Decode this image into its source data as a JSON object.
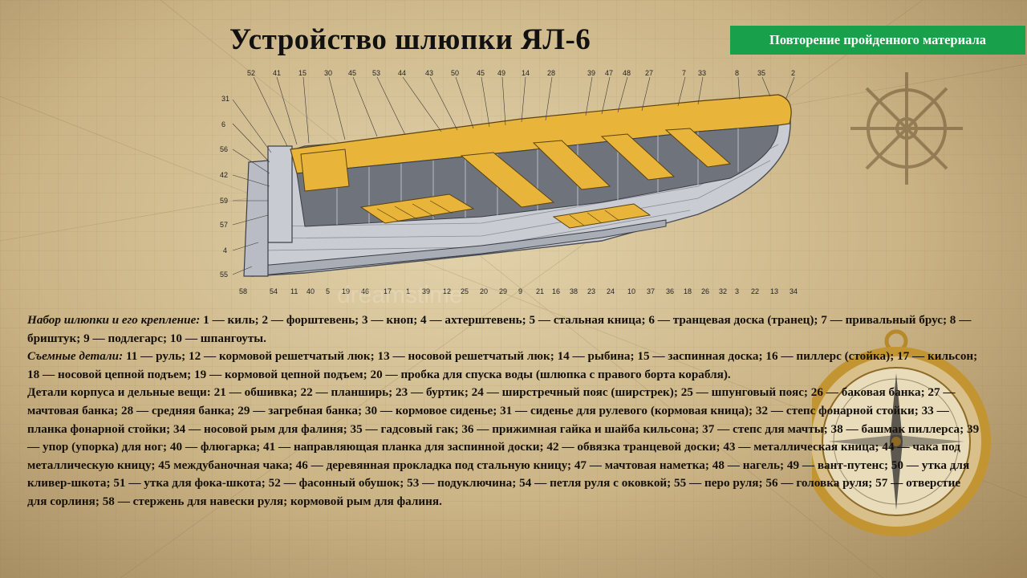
{
  "slide": {
    "title": "Устройство шлюпки ЯЛ-6",
    "badge": "Повторение пройденного материала",
    "watermark": "dreamstime"
  },
  "diagram": {
    "top_labels": [
      "52",
      "41",
      "15",
      "30",
      "45",
      "53",
      "44",
      "43",
      "50",
      "45",
      "49",
      "14",
      "28",
      "39",
      "47",
      "48",
      "27",
      "7",
      "33",
      "8",
      "35",
      "2"
    ],
    "left_labels": [
      "31",
      "6",
      "56",
      "42",
      "59",
      "57",
      "4",
      "55"
    ],
    "bottom_labels": [
      "58",
      "54",
      "11",
      "40",
      "5",
      "19",
      "46",
      "17",
      "1",
      "39",
      "12",
      "25",
      "20",
      "29",
      "9",
      "21",
      "16",
      "38",
      "23",
      "24",
      "10",
      "37",
      "36",
      "18",
      "26",
      "32",
      "3",
      "22",
      "13",
      "34"
    ]
  },
  "legend": {
    "sections": [
      {
        "heading": "Набор шлюпки и его крепление:",
        "text": " 1 — киль; 2 — форштевень; 3 — кноп; 4 — ахтерштевень; 5 — стальная кница; 6 — транцевая доска (транец); 7 — привальный брус; 8 — бриштук; 9 — подлегарс; 10 — шпангоуты."
      },
      {
        "heading": "Съемные детали:",
        "text": " 11 — руль; 12 — кормовой решетчатый люк; 13 — носовой решетчатый люк; 14 — рыбина; 15 — заспинная доска; 16 — пиллерс (стойка); 17 — кильсон; 18 — носовой цепной подъем; 19 — кормовой цепной подъем; 20 — пробка для спуска воды (шлюпка с правого борта корабля)."
      },
      {
        "heading": "",
        "text": "Детали корпуса и дельные вещи: 21 — обшивка; 22 — планширь; 23 — буртик; 24 — ширстречный пояс (ширстрек); 25 — шпунговый пояс; 26 — баковая банка; 27 — мачтовая банка; 28 — средняя банка; 29 — загребная банка; 30 — кормовое сиденье; 31 — сиденье для рулевого (кормовая кница); 32 — степс фонарной стойки; 33 — планка фонарной стойки; 34 — носовой рым для фалиня; 35 — гадсовый гак; 36 — прижимная гайка и шайба кильсона; 37 — степс для мачты; 38 — башмак пиллерса; 39 — упор (упорка) для ног; 40 — флюгарка; 41 — направляющая планка для заспинной доски; 42 — обвязка транцевой доски; 43 — металлическая кница; 44 — чака под металлическую кницу; 45 междубаночная чака; 46 — деревянная прокладка под стальную кницу; 47 — мачтовая наметка; 48 — нагель; 49 — вант-путенс; 50 — утка для кливер-шкота; 51 — утка для фока-шкота; 52 — фасонный обушок; 53 — подуключина; 54 — петля руля с оковкой; 55 — перо руля; 56 — головка руля; 57 — отверстие для сорлиня; 58 — стержень для навески руля; кормовой рым для фалиня."
      }
    ]
  },
  "colors": {
    "badge_bg": "#19a04a",
    "hull": "#c9ccd2",
    "wood": "#e8b43a",
    "paper": "#d8c59a"
  }
}
